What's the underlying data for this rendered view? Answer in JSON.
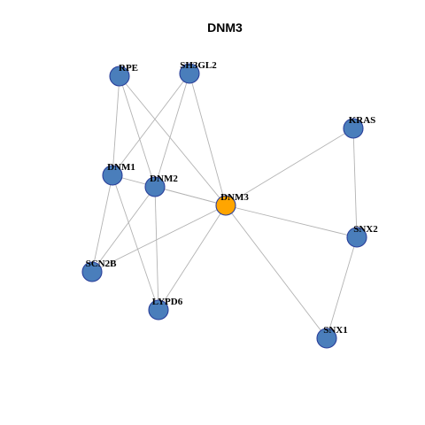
{
  "title": "DNM3",
  "colors": {
    "node": "#4a7ebb",
    "center": "#ffa500",
    "edge": "#b3b3b3",
    "stroke": "#2a3f9a"
  },
  "nodes": [
    {
      "id": "DNM3",
      "label": "DNM3",
      "center": true
    },
    {
      "id": "RPE",
      "label": "RPE"
    },
    {
      "id": "SH3GL2",
      "label": "SH3GL2"
    },
    {
      "id": "KRAS",
      "label": "KRAS"
    },
    {
      "id": "DNM1",
      "label": "DNM1"
    },
    {
      "id": "DNM2",
      "label": "DNM2"
    },
    {
      "id": "SNX2",
      "label": "SNX2"
    },
    {
      "id": "SCN2B",
      "label": "SCN2B"
    },
    {
      "id": "LYPD6",
      "label": "LYPD6"
    },
    {
      "id": "SNX1",
      "label": "SNX1"
    }
  ],
  "edges": [
    [
      "RPE",
      "DNM1"
    ],
    [
      "RPE",
      "DNM2"
    ],
    [
      "RPE",
      "DNM3"
    ],
    [
      "SH3GL2",
      "DNM1"
    ],
    [
      "SH3GL2",
      "DNM2"
    ],
    [
      "SH3GL2",
      "DNM3"
    ],
    [
      "DNM1",
      "SCN2B"
    ],
    [
      "DNM1",
      "LYPD6"
    ],
    [
      "DNM1",
      "DNM3"
    ],
    [
      "DNM2",
      "SCN2B"
    ],
    [
      "DNM2",
      "LYPD6"
    ],
    [
      "DNM2",
      "DNM3"
    ],
    [
      "DNM3",
      "SCN2B"
    ],
    [
      "DNM3",
      "LYPD6"
    ],
    [
      "DNM3",
      "KRAS"
    ],
    [
      "DNM3",
      "SNX2"
    ],
    [
      "DNM3",
      "SNX1"
    ],
    [
      "KRAS",
      "SNX2"
    ],
    [
      "SNX2",
      "SNX1"
    ]
  ]
}
